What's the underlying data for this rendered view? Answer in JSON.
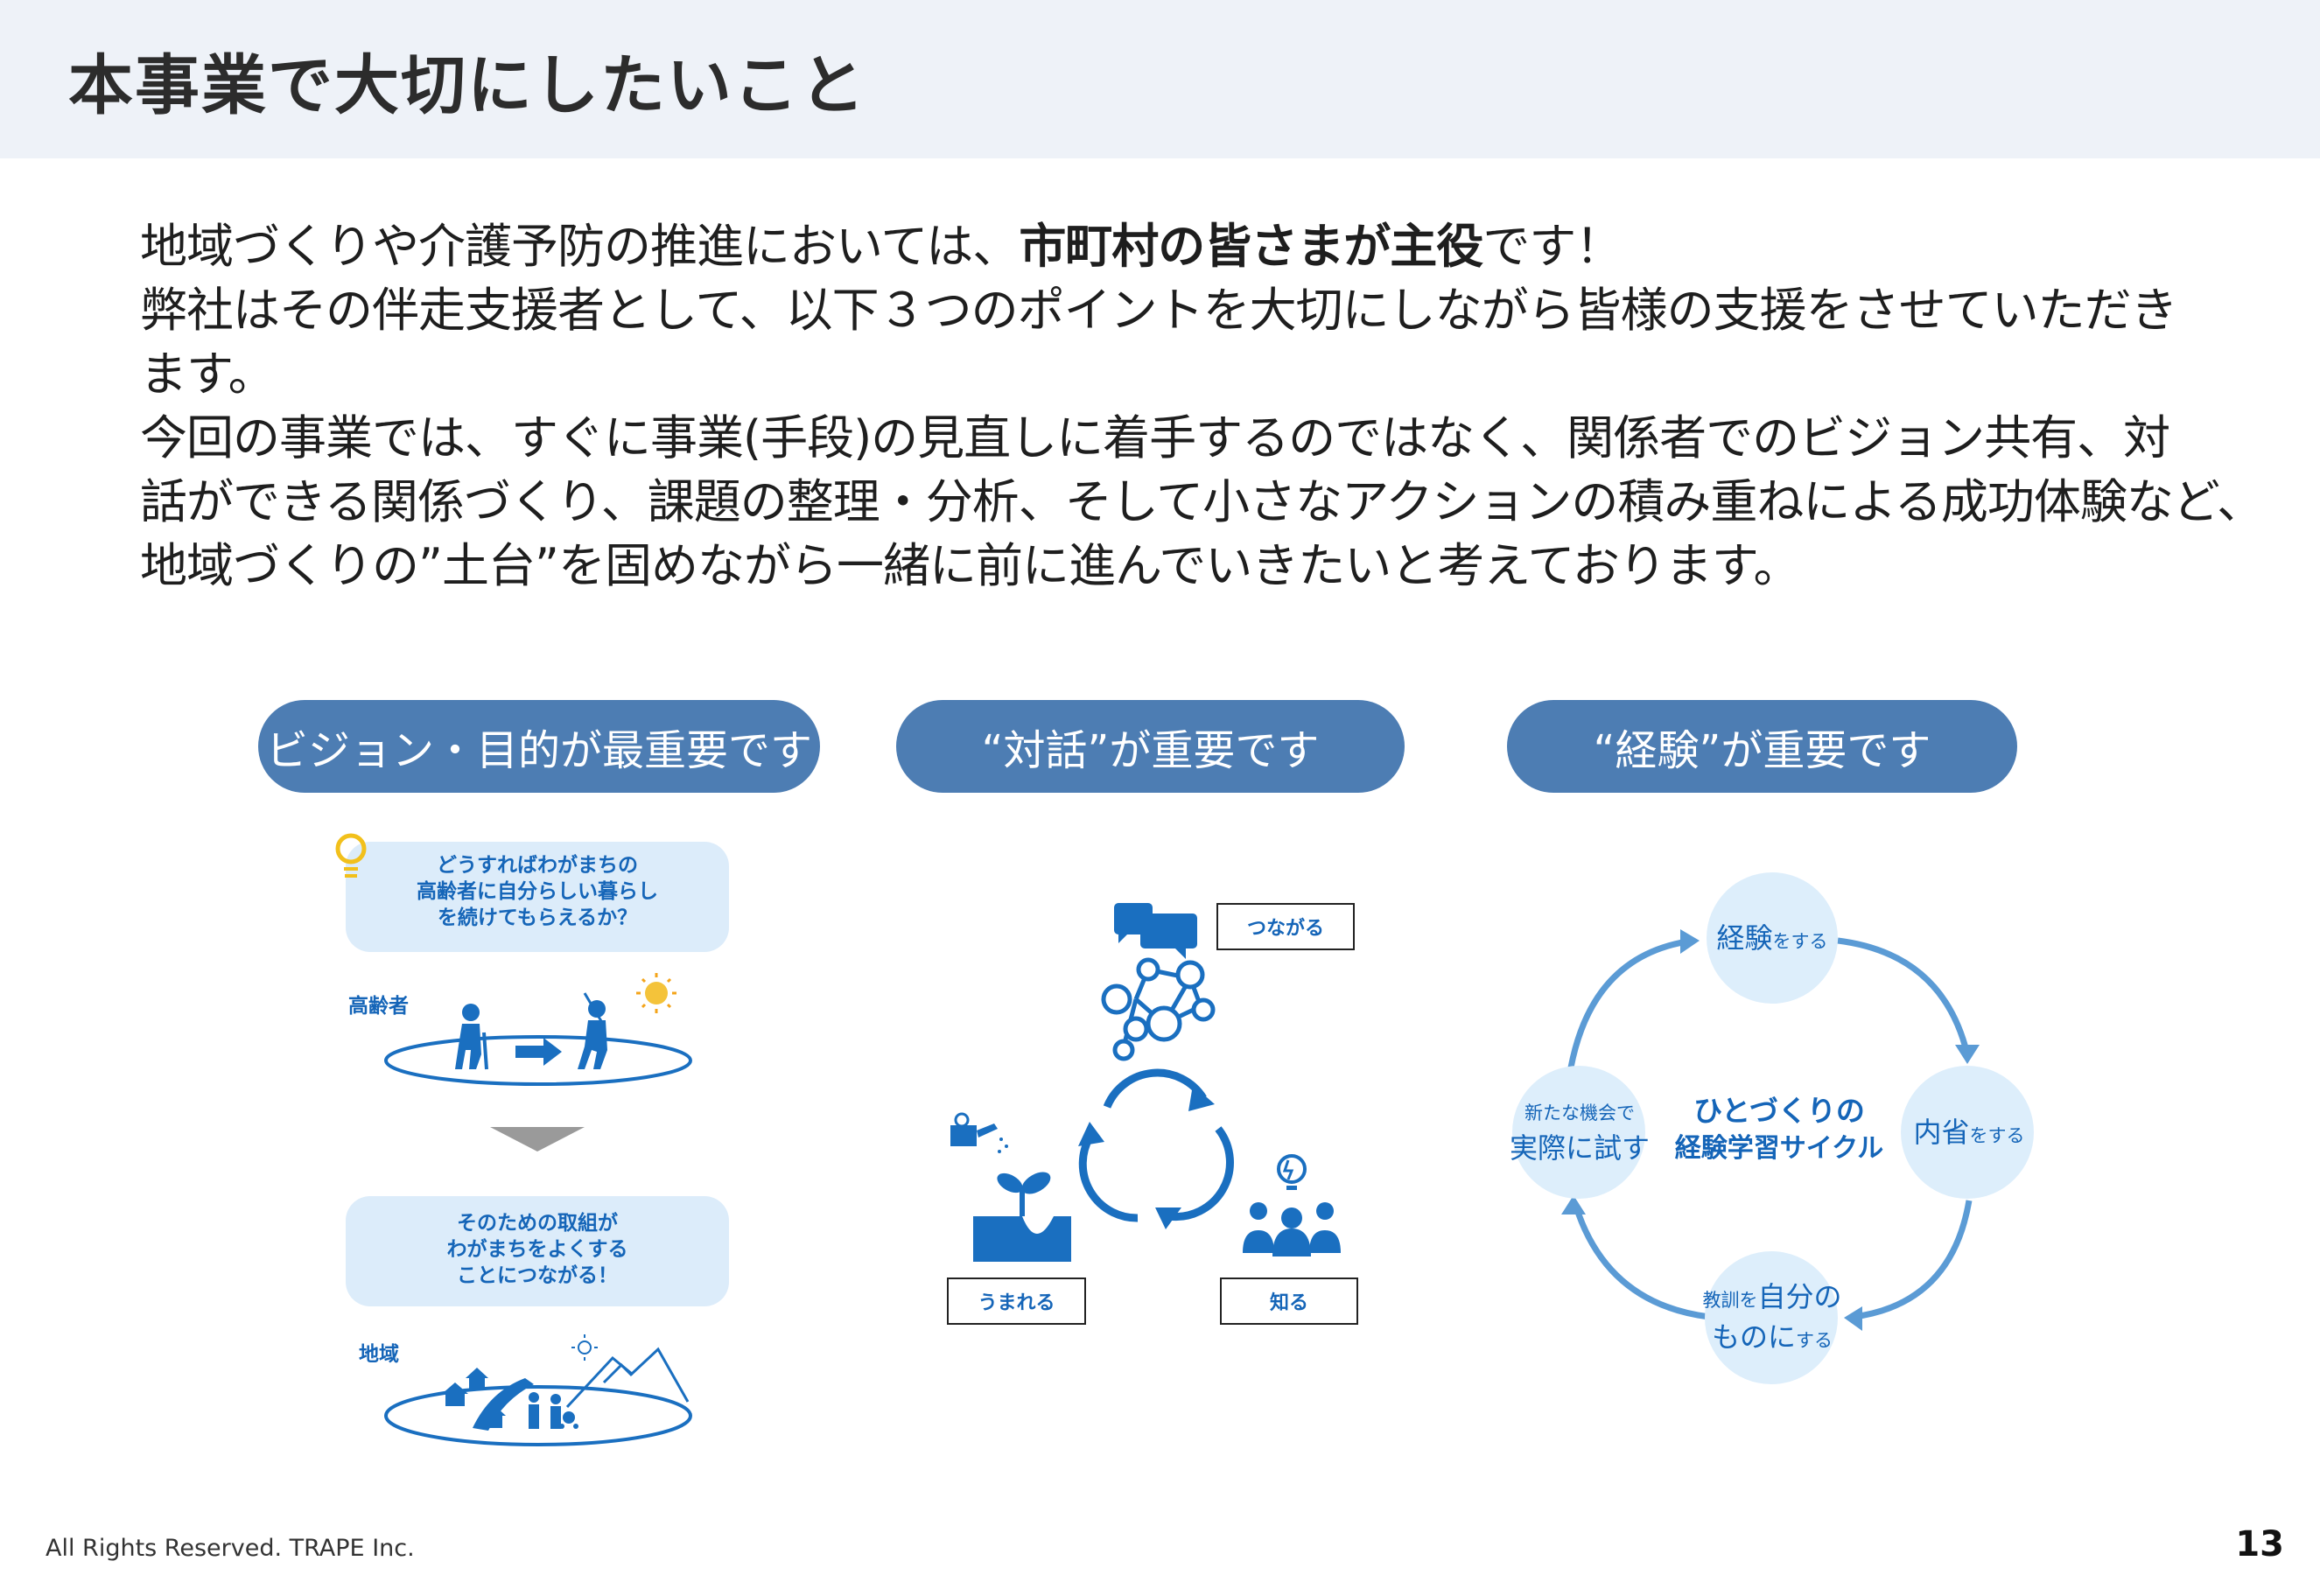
{
  "header": {
    "title": "本事業で大切にしたいこと"
  },
  "intro": {
    "line1_pre": "地域づくりや介護予防の推進においては、",
    "line1_bold": "市町村の皆さまが主役",
    "line1_post": "です！",
    "line2": "弊社はその伴走支援者として、以下３つのポイントを大切にしながら皆様の支援をさせていただき",
    "line3": "ます。",
    "line4": "今回の事業では、すぐに事業(手段)の見直しに着手するのではなく、関係者でのビジョン共有、対",
    "line5": "話ができる関係づくり、課題の整理・分析、そして小さなアクションの積み重ねによる成功体験など、",
    "line6": "地域づくりの”土台”を固めながら一緒に前に進んでいきたいと考えております。"
  },
  "points": [
    {
      "label": "ビジョン・目的が最重要です"
    },
    {
      "label": "“対話”が重要です"
    },
    {
      "label": "“経験”が重要です"
    }
  ],
  "vision": {
    "bubble1": [
      "どうすればわがまちの",
      "高齢者に自分らしい暮らし",
      "を続けてもらえるか？"
    ],
    "label_elderly": "高齢者",
    "bubble2": [
      "そのための取組が",
      "わがまちをよくする",
      "ことにつながる！"
    ],
    "label_region": "地域"
  },
  "dialogue": {
    "tag_connect": "つながる",
    "tag_born": "うまれる",
    "tag_know": "知る"
  },
  "cycle": {
    "center_line1": "ひとづくりの",
    "center_line2": "経験学習サイクル",
    "top_big": "経験",
    "top_small": "をする",
    "right_big": "内省",
    "right_small": "をする",
    "bottom_small_pre": "教訓を",
    "bottom_big1": "自分の",
    "bottom_big2": "ものに",
    "bottom_small_post": "する",
    "left_small": "新たな機会で",
    "left_big": "実際に試す"
  },
  "colors": {
    "accent": "#4d7db3",
    "blue_text": "#1565b8",
    "icon_blue": "#1a6fc0",
    "light_blue": "#dcecfa",
    "arrow_blue": "#5b9bd5"
  },
  "footer": {
    "copyright": "All Rights Reserved. TRAPE Inc.",
    "page_number": "13"
  }
}
